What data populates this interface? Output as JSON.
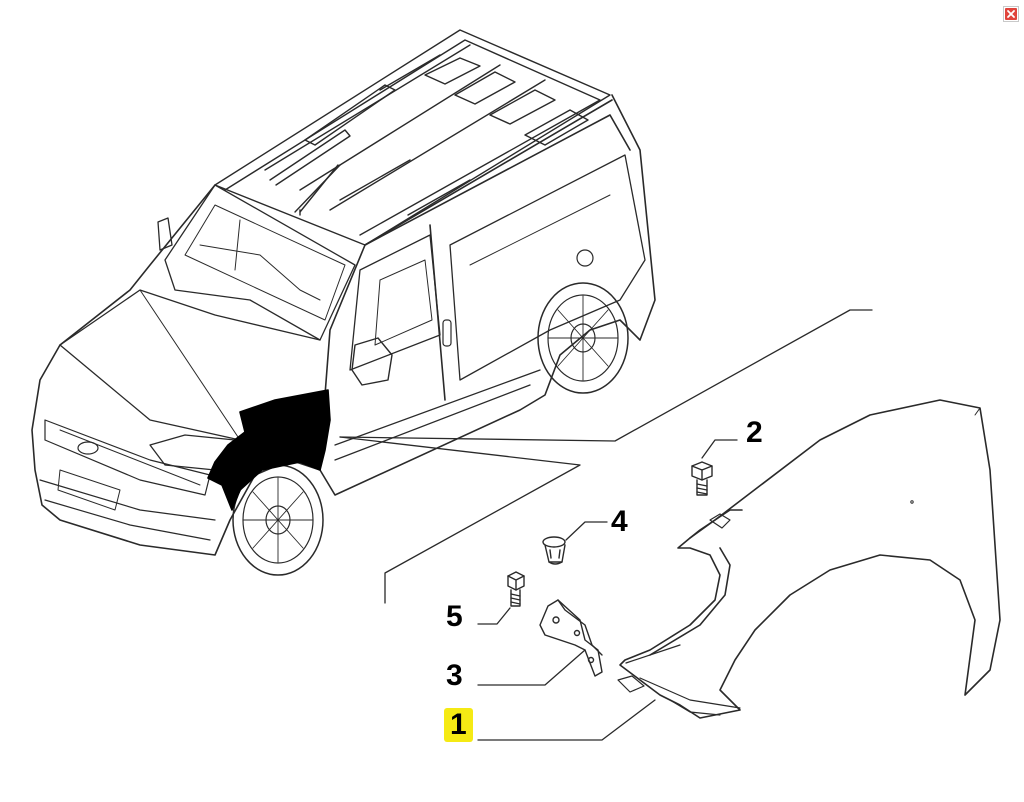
{
  "callouts": [
    {
      "label": "1",
      "highlight": true
    },
    {
      "label": "2",
      "highlight": false
    },
    {
      "label": "3",
      "highlight": false
    },
    {
      "label": "4",
      "highlight": false
    },
    {
      "label": "5",
      "highlight": false
    }
  ],
  "colors": {
    "line": "#2a2a2a",
    "highlight": "#f5ea14",
    "fender_area": "#000000",
    "close": "#e0443c"
  },
  "icons": {
    "close": "close-icon"
  }
}
